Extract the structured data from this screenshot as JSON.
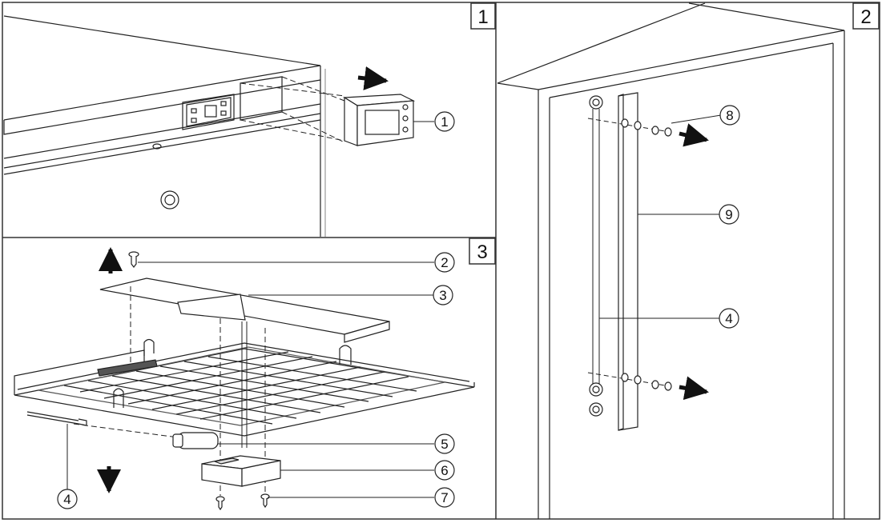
{
  "panels": [
    {
      "id": "panel-1",
      "number": "1"
    },
    {
      "id": "panel-2",
      "number": "2"
    },
    {
      "id": "panel-3",
      "number": "3"
    }
  ],
  "callouts": {
    "c1": "1",
    "c2": "2",
    "c3": "3",
    "c4a": "4",
    "c4b": "4",
    "c5": "5",
    "c6": "6",
    "c7": "7",
    "c8": "8",
    "c9": "9"
  },
  "icons": [
    "arrow-right-icon",
    "arrow-up-icon",
    "arrow-down-icon",
    "screw-icon"
  ]
}
